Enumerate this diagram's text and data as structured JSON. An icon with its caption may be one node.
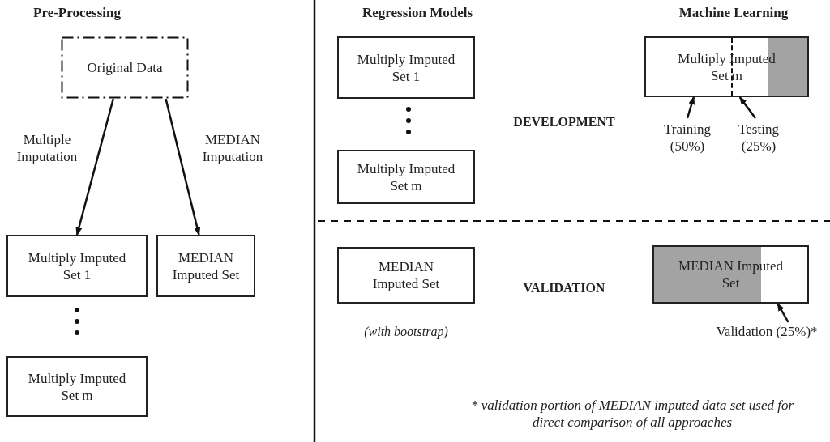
{
  "diagram": {
    "nodes": [
      {
        "text": [
          "Original Data"
        ]
      },
      {
        "text": [
          "Multiply Imputed Set 1"
        ]
      },
      {
        "text": [
          "MEDIAN Imputed Set"
        ]
      },
      {
        "text": [
          "Multiply Imputed Set m"
        ]
      },
      {
        "text": [
          "Multiply Imputed Set 1"
        ]
      },
      {
        "text": [
          "Multiply Imputed Set m"
        ]
      },
      {
        "text": [
          "MEDIAN Imputed Set"
        ],
        "beside": [
          "(with bootstrap)"
        ]
      },
      {
        "text": [
          "Multiply Imputed Set m"
        ]
      },
      {
        "text": [
          "Training (50%)"
        ]
      },
      {
        "text": [
          "Testing (25%)"
        ]
      },
      {
        "text": [
          "MEDIAN Imputed Set"
        ]
      },
      {
        "text": [
          "Validation (25%)*"
        ]
      }
    ],
    "edges": [
      {
        "from": 0,
        "to": 1,
        "arrow": "to",
        "label": "Multiple Imputation"
      },
      {
        "from": 0,
        "to": 2,
        "arrow": "to",
        "label": "MEDIAN Imputation"
      },
      {
        "from": 8,
        "to": 7,
        "arrow": "to"
      },
      {
        "from": 9,
        "to": 7,
        "arrow": "to"
      },
      {
        "from": 11,
        "to": 10,
        "arrow": "to"
      }
    ],
    "labels": [
      "Pre-Processing",
      "Regression Models",
      "Machine Learning",
      "DEVELOPMENT",
      "VALIDATION",
      "* validation portion of MEDIAN imputed data set used for direct comparison of all approaches"
    ]
  }
}
